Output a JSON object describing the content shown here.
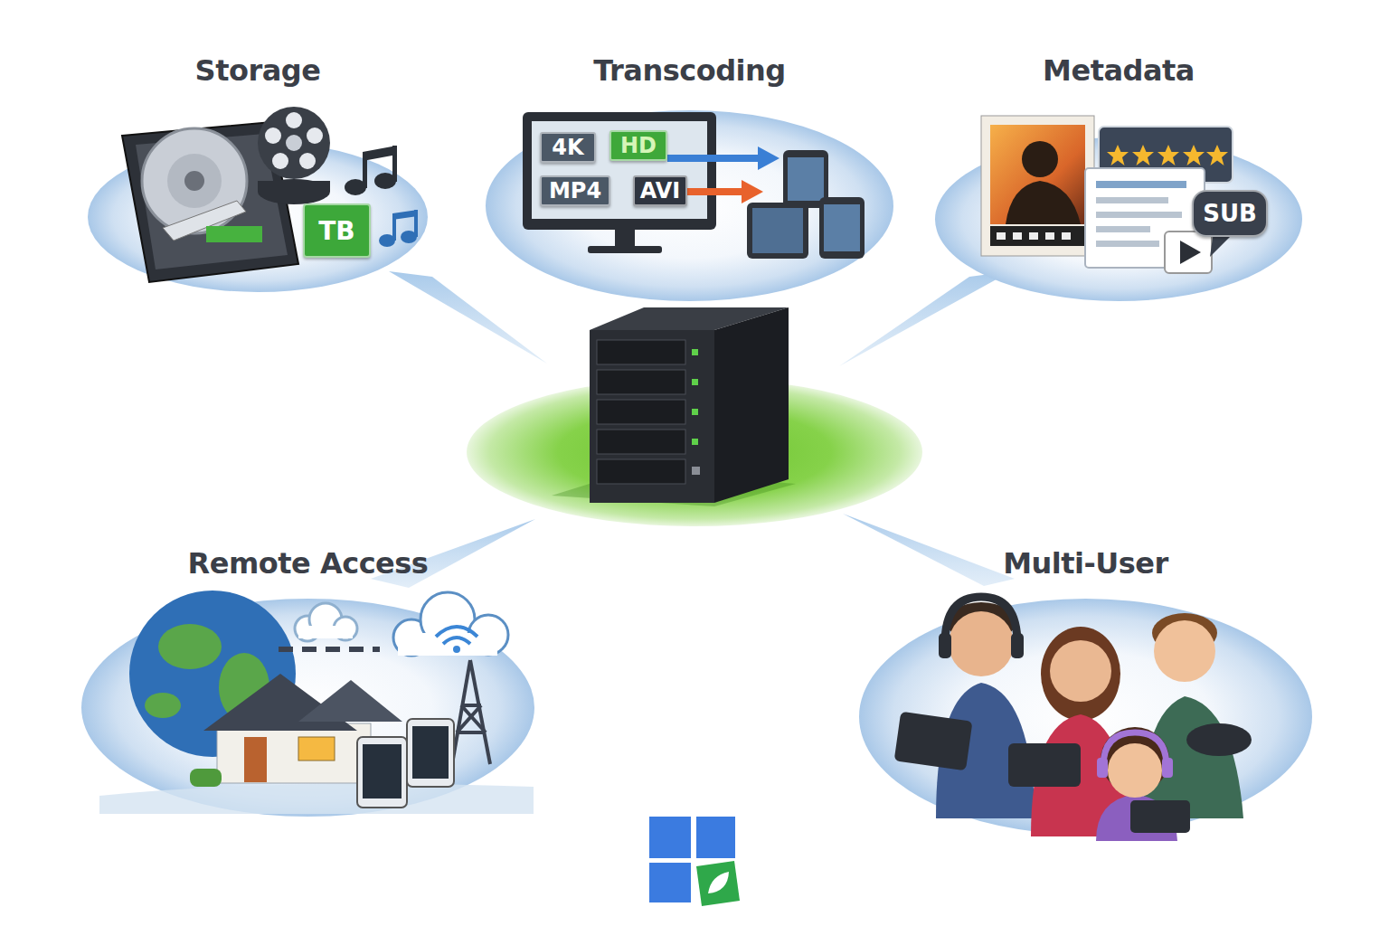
{
  "diagram": {
    "nodes": [
      {
        "text": [
          "Storage"
        ]
      },
      {
        "text": [
          "TB"
        ],
        "in": 0
      },
      {
        "text": [
          "Transcoding"
        ]
      },
      {
        "text": [
          "4K"
        ],
        "in": 2
      },
      {
        "text": [
          "HD"
        ],
        "in": 2
      },
      {
        "text": [
          "MP4"
        ],
        "in": 2
      },
      {
        "text": [
          "AVI"
        ],
        "in": 2
      },
      {
        "text": [
          "Metadata"
        ]
      },
      {
        "text": [
          "SUB"
        ],
        "in": 7
      },
      {
        "text": [
          "Remote Access"
        ]
      },
      {
        "text": [
          "Multi-User"
        ]
      }
    ]
  }
}
